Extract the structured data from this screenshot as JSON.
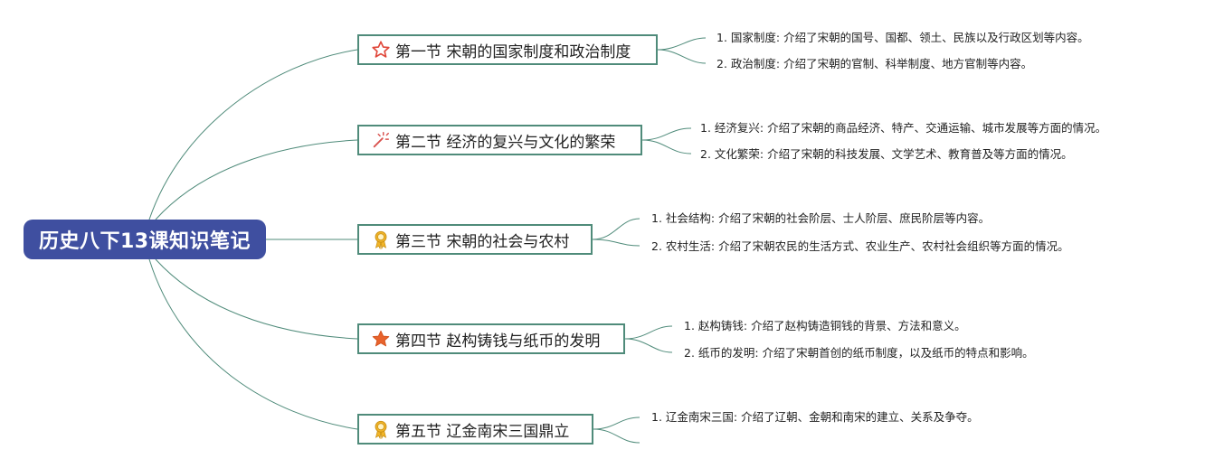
{
  "root": {
    "title": "历史八下13课知识笔记"
  },
  "colors": {
    "root_bg": "#3f4fa0",
    "line": "#4f8b7a"
  },
  "sections": [
    {
      "title": "第一节 宋朝的国家制度和政治制度",
      "icon": "star-outline-icon",
      "items": [
        "1. 国家制度: 介绍了宋朝的国号、国都、领土、民族以及行政区划等内容。",
        "2. 政治制度: 介绍了宋朝的官制、科举制度、地方官制等内容。"
      ]
    },
    {
      "title": "第二节 经济的复兴与文化的繁荣",
      "icon": "magic-wand-icon",
      "items": [
        "1. 经济复兴: 介绍了宋朝的商品经济、特产、交通运输、城市发展等方面的情况。",
        "2. 文化繁荣: 介绍了宋朝的科技发展、文学艺术、教育普及等方面的情况。"
      ]
    },
    {
      "title": "第三节 宋朝的社会与农村",
      "icon": "award-ribbon-icon",
      "items": [
        "1. 社会结构: 介绍了宋朝的社会阶层、士人阶层、庶民阶层等内容。",
        "2. 农村生活: 介绍了宋朝农民的生活方式、农业生产、农村社会组织等方面的情况。"
      ]
    },
    {
      "title": "第四节 赵构铸钱与纸币的发明",
      "icon": "star-filled-icon",
      "items": [
        "1. 赵构铸钱: 介绍了赵构铸造铜钱的背景、方法和意义。",
        "2. 纸币的发明: 介绍了宋朝首创的纸币制度，以及纸币的特点和影响。"
      ]
    },
    {
      "title": "第五节 辽金南宋三国鼎立",
      "icon": "award-ribbon-icon",
      "items": [
        "1. 辽金南宋三国: 介绍了辽朝、金朝和南宋的建立、关系及争夺。"
      ]
    }
  ]
}
